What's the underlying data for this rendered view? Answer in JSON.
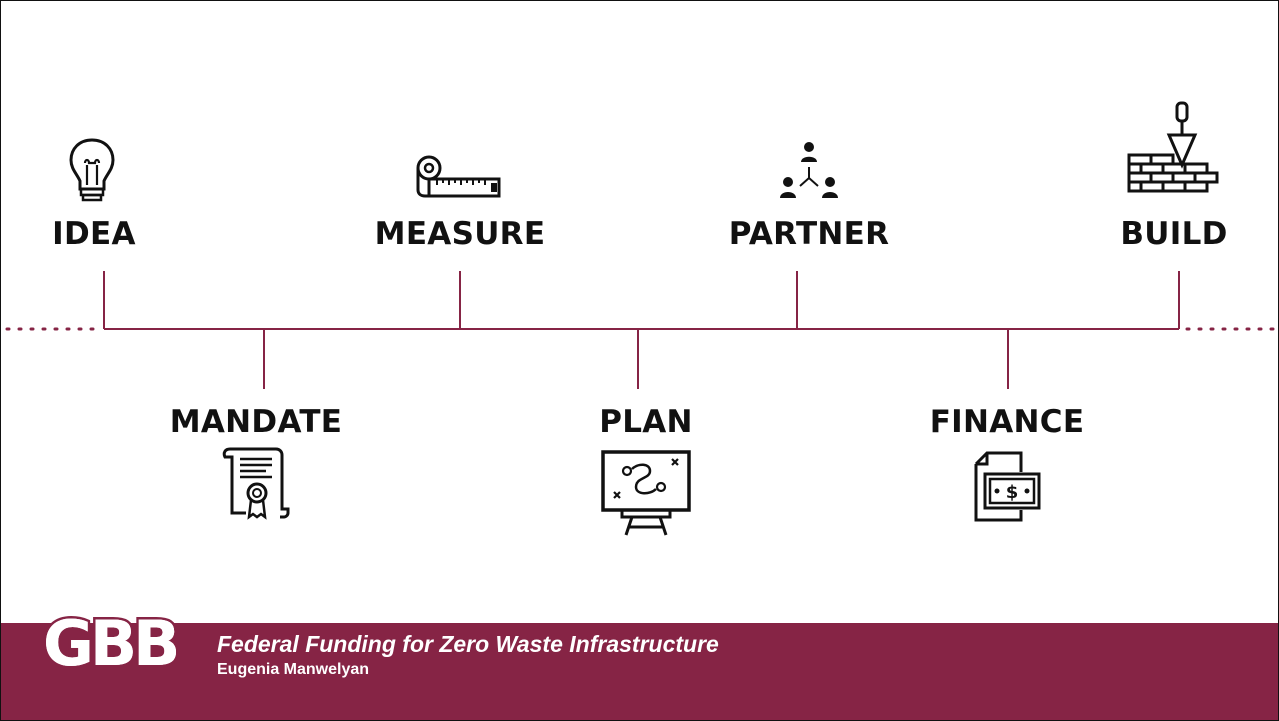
{
  "steps": {
    "idea": "IDEA",
    "mandate": "MANDATE",
    "measure": "MEASURE",
    "plan": "PLAN",
    "partner": "PARTNER",
    "finance": "FINANCE",
    "build": "BUILD"
  },
  "icons": {
    "idea": "lightbulb-icon",
    "mandate": "certificate-scroll-icon",
    "measure": "tape-measure-icon",
    "plan": "strategy-board-icon",
    "partner": "partner-network-icon",
    "finance": "money-document-icon",
    "build": "brick-trowel-icon"
  },
  "footer": {
    "logo": "GBB",
    "title": "Federal Funding for Zero Waste Infrastructure",
    "author": "Eugenia Manwelyan"
  },
  "colors": {
    "accent": "#862445",
    "text": "#111111",
    "background": "#ffffff"
  }
}
